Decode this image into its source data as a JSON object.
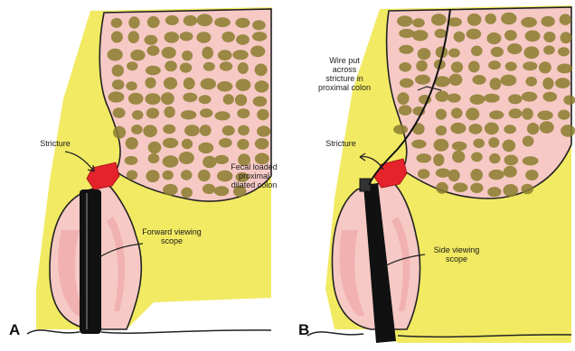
{
  "panels": [
    {
      "letter": "A",
      "labels": {
        "stricture": "Stricture",
        "fecal": "Fecal loaded\nproximal\ndilated colon",
        "scope": "Forward viewing\nscope"
      }
    },
    {
      "letter": "B",
      "labels": {
        "wire": "Wire put\nacross\nstricture in\nproximal colon",
        "stricture": "Stricture",
        "scope": "Side viewing\nscope"
      }
    }
  ],
  "colors": {
    "fat": "#f2ea62",
    "colon_fill": "#f6c9c5",
    "stool": "#8a7d2e",
    "stricture": "#e4232b",
    "mucosa": "#f0a7a7",
    "outline": "#222222"
  }
}
